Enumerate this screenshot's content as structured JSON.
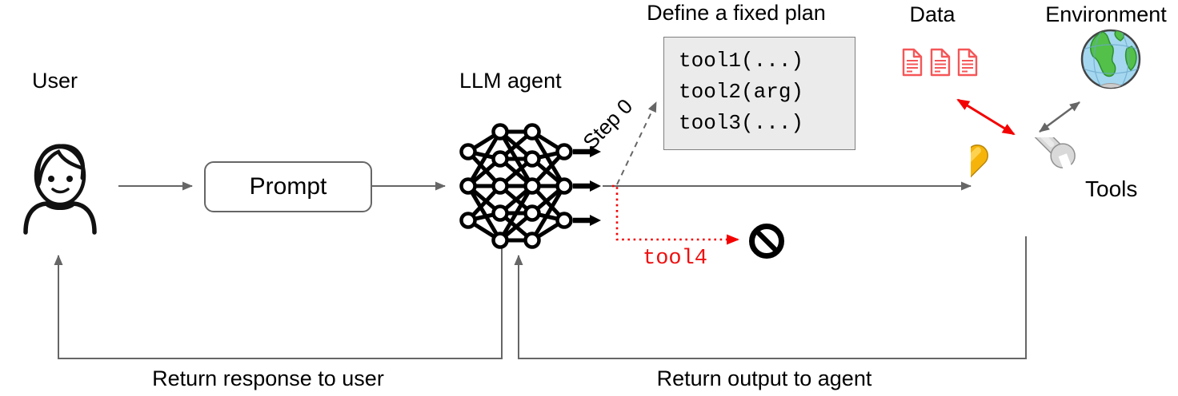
{
  "diagram": {
    "user": {
      "label": "User"
    },
    "prompt": {
      "label": "Prompt"
    },
    "llm": {
      "label": "LLM agent"
    },
    "plan": {
      "title": "Define a fixed plan",
      "lines": [
        "tool1(...)",
        "tool2(arg)",
        "tool3(...)"
      ]
    },
    "step": {
      "label": "Step 0"
    },
    "blocked": {
      "label": "tool4"
    },
    "data": {
      "label": "Data"
    },
    "environment": {
      "label": "Environment"
    },
    "tools": {
      "label": "Tools"
    },
    "returns": {
      "to_user": "Return response to user",
      "to_agent": "Return output to agent"
    }
  },
  "colors": {
    "arrow_gray": "#666666",
    "blocked_red": "#f30000",
    "doc_red": "#f55657",
    "plan_box_bg": "#ebebeb",
    "plan_box_border": "#7f7f7f",
    "screwdriver_yellow": "#f6b40a",
    "wrench_silver": "#d9d9d9",
    "globe_ocean": "#a5d8f0",
    "globe_land": "#53c04a"
  }
}
